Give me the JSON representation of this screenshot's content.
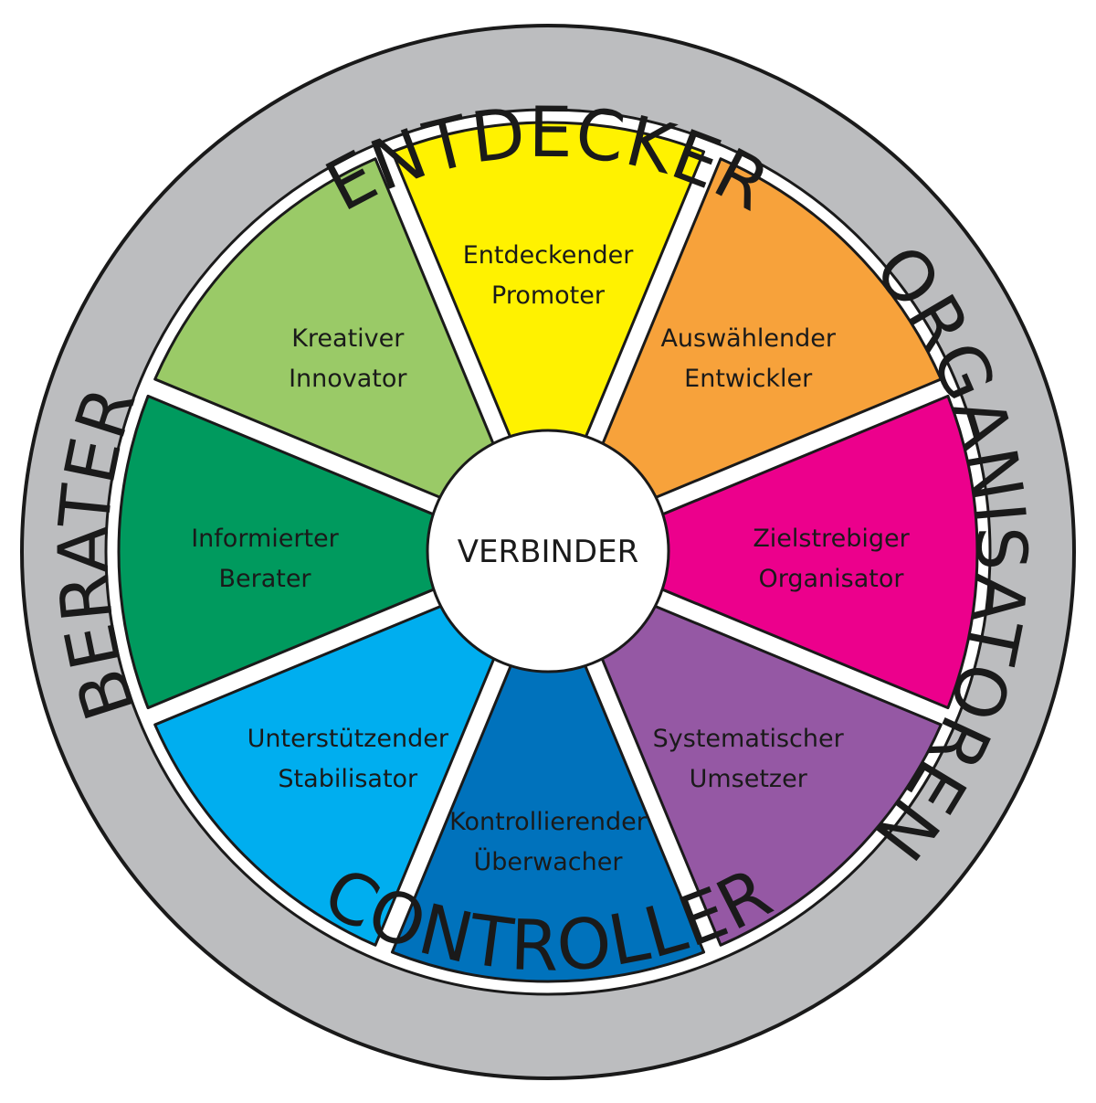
{
  "diagram": {
    "outer_labels": {
      "top": "ENTDECKER",
      "right": "ORGANISATOREN",
      "bottom": "CONTROLLER",
      "left": "BERATER"
    },
    "center_label": "VERBINDER",
    "segments": [
      {
        "id": "entdeckender-promoter",
        "line1": "Entdeckender",
        "line2": "Promoter",
        "color": "#FFF200"
      },
      {
        "id": "auswaehlender-entwickler",
        "line1": "Auswählender",
        "line2": "Entwickler",
        "color": "#F7A23B"
      },
      {
        "id": "zielstrebiger-organisator",
        "line1": "Zielstrebiger",
        "line2": "Organisator",
        "color": "#EC008C"
      },
      {
        "id": "systematischer-umsetzer",
        "line1": "Systematischer",
        "line2": "Umsetzer",
        "color": "#9558A4"
      },
      {
        "id": "kontrollierender-ueberwacher",
        "line1": "Kontrollierender",
        "line2": "Überwacher",
        "color": "#0072BC"
      },
      {
        "id": "unterstuetzender-stabilisator",
        "line1": "Unterstützender",
        "line2": "Stabilisator",
        "color": "#00AEEF"
      },
      {
        "id": "informierter-berater",
        "line1": "Informierter",
        "line2": "Berater",
        "color": "#009A5E"
      },
      {
        "id": "kreativer-innovator",
        "line1": "Kreativer",
        "line2": "Innovator",
        "color": "#9ACA67"
      }
    ],
    "colors": {
      "outer_ring": "#BCBDBF",
      "separator": "#FFFFFF",
      "outline": "#1A1A1A"
    }
  }
}
